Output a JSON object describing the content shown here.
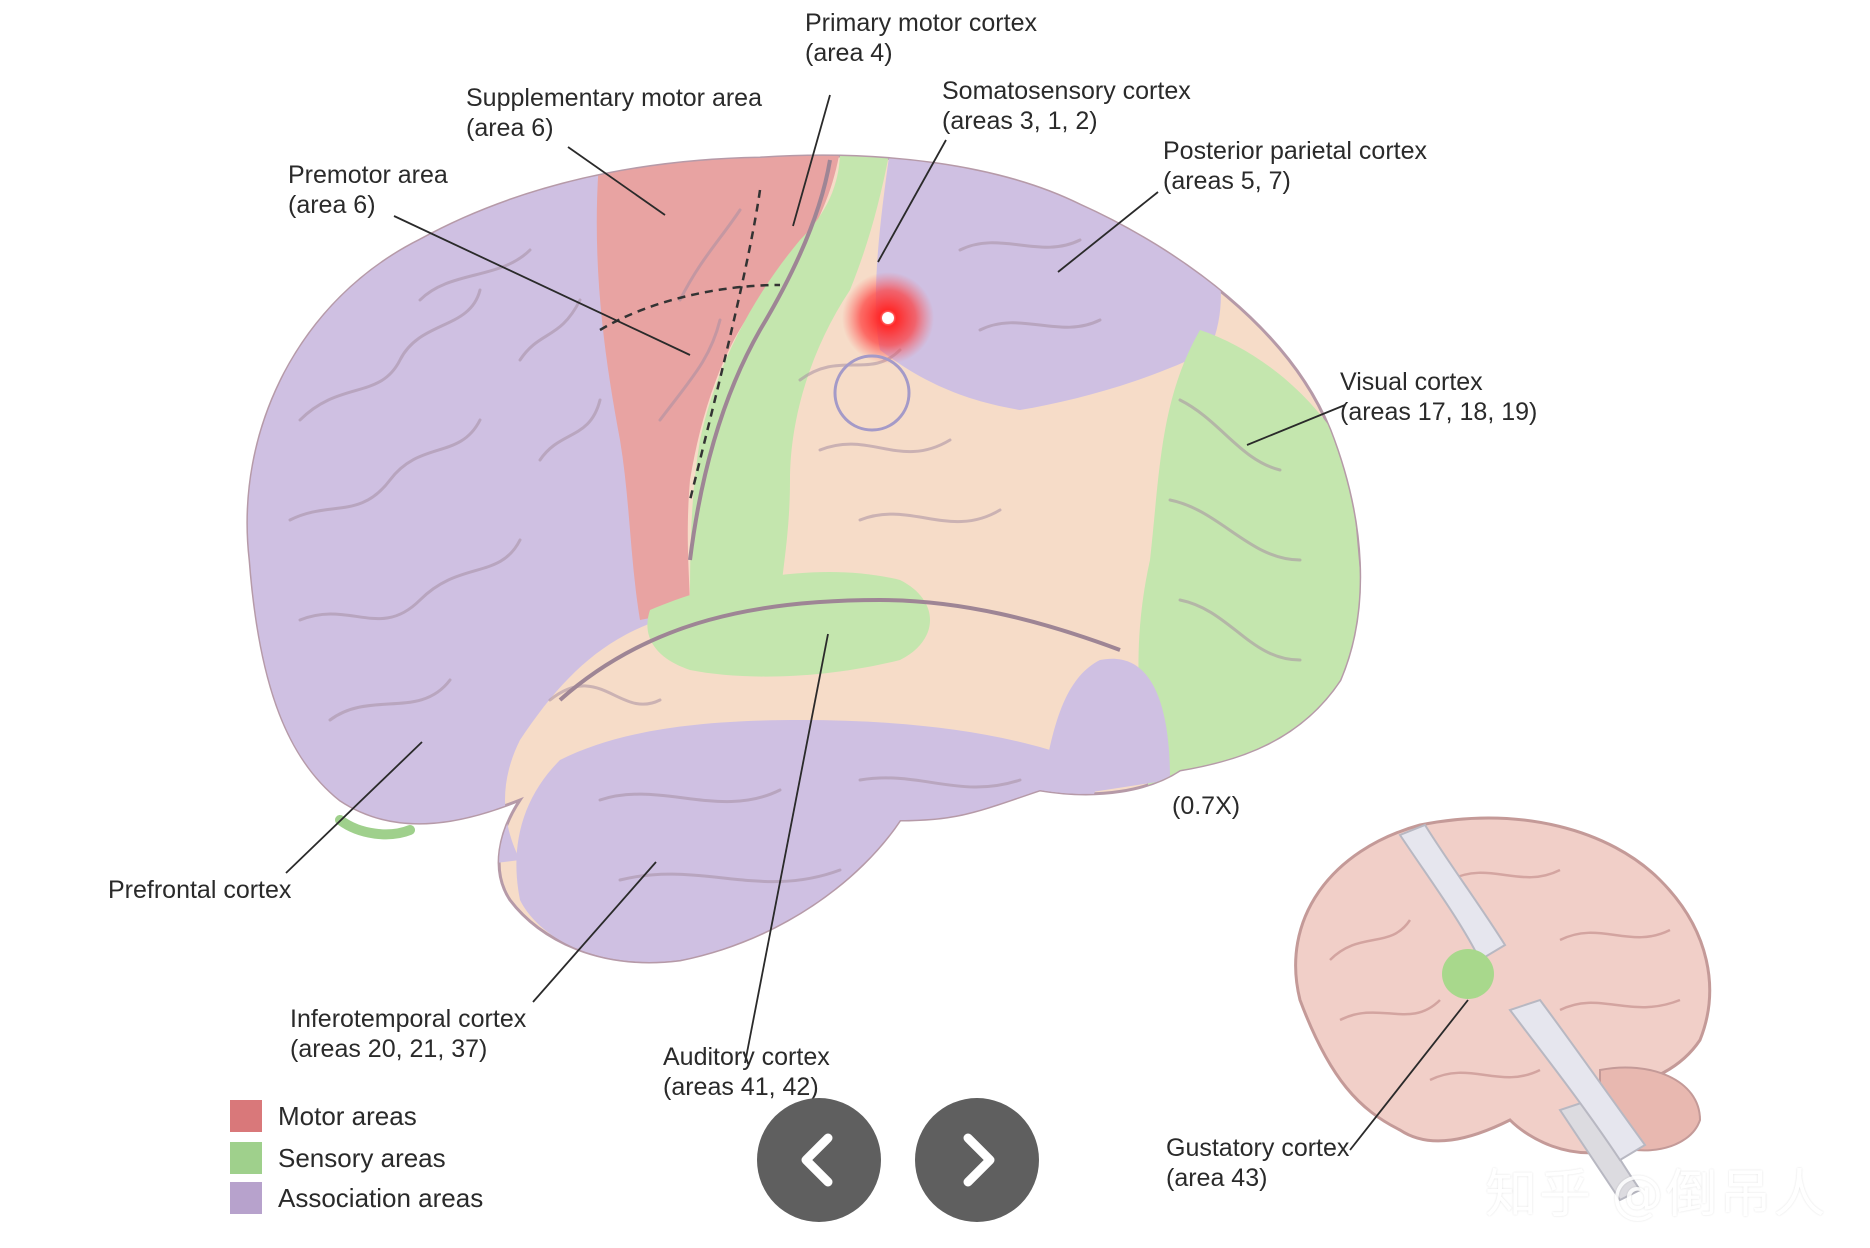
{
  "labels": {
    "primary_motor": [
      "Primary motor cortex",
      "(area 4)"
    ],
    "supplementary_motor": [
      "Supplementary motor area",
      "(area 6)"
    ],
    "somatosensory": [
      "Somatosensory cortex",
      "(areas 3, 1, 2)"
    ],
    "posterior_parietal": [
      "Posterior parietal cortex",
      "(areas 5, 7)"
    ],
    "premotor": [
      "Premotor area",
      "(area 6)"
    ],
    "visual": [
      "Visual cortex",
      "(areas 17, 18, 19)"
    ],
    "prefrontal": [
      "Prefrontal cortex"
    ],
    "inferotemporal": [
      "Inferotemporal cortex",
      "(areas 20, 21, 37)"
    ],
    "auditory": [
      "Auditory cortex",
      "(areas 41, 42)"
    ],
    "gustatory": [
      "Gustatory cortex",
      "(area 43)"
    ]
  },
  "scale_note": "(0.7X)",
  "legend": [
    {
      "label": "Motor areas",
      "color": "#d9787a"
    },
    {
      "label": "Sensory areas",
      "color": "#9fd08c"
    },
    {
      "label": "Association areas",
      "color": "#b7a2cc"
    }
  ],
  "colors": {
    "motor": "#e8a3a2",
    "sensory": "#c4e6ae",
    "association": "#cfc0e2",
    "unshaded": "#f6dcc8",
    "gustatory_brain": "#f1cfc8"
  },
  "nav": {
    "prev_icon": "chevron-left-icon",
    "next_icon": "chevron-right-icon"
  },
  "watermark": "知乎 @倒吊人"
}
